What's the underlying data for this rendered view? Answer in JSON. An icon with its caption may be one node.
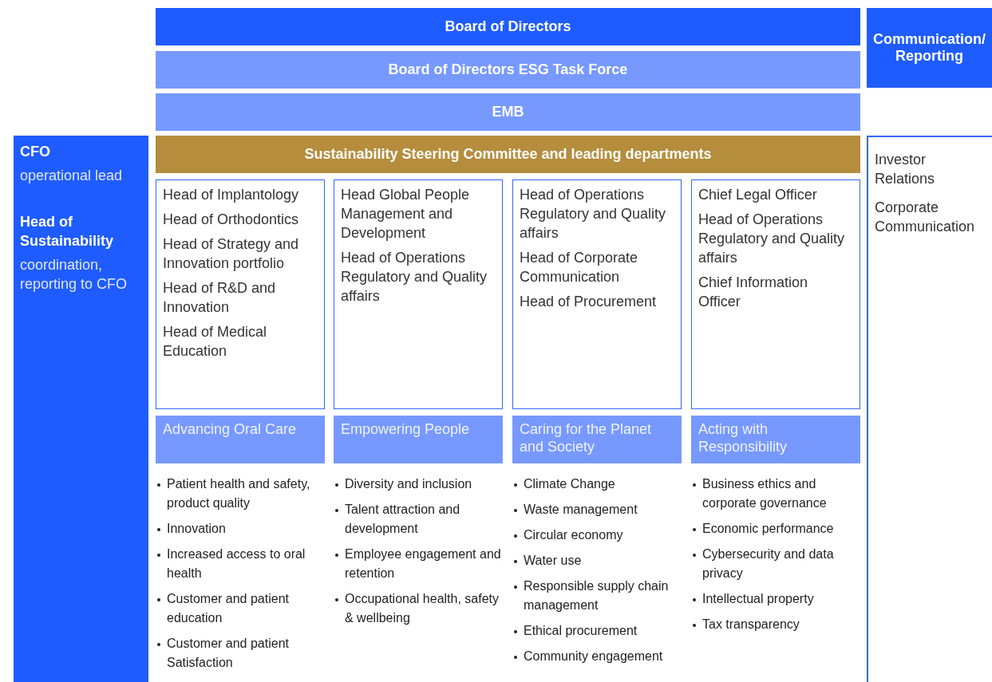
{
  "diagram": {
    "nodes": [
      {
        "text": [
          "Board of Directors"
        ]
      },
      {
        "text": [
          "Board of Directors ESG Task Force"
        ]
      },
      {
        "text": [
          "EMB"
        ]
      },
      {
        "text": [
          "Communication/ Reporting"
        ]
      },
      {
        "text": [
          "CFO",
          "operational lead",
          "Head of Sustainability",
          "coordination, reporting to CFO"
        ]
      },
      {
        "text": [
          "Sustainability Steering Committee and leading departments"
        ]
      },
      {
        "text": [
          "Investor Relations",
          "Corporate Communication"
        ]
      },
      {
        "text": [
          "Head of Implantology",
          "Head of Orthodontics",
          "Head of Strategy and Innovation portfolio",
          "Head of R&D and Innovation",
          "Head of Medical Education"
        ]
      },
      {
        "text": [
          "Head Global People Management and Development",
          "Head of Operations Regulatory and Quality affairs"
        ]
      },
      {
        "text": [
          "Head of Operations Regulatory and Quality affairs",
          "Head of Corporate Communication",
          "Head of Procurement"
        ]
      },
      {
        "text": [
          "Chief Legal Officer",
          "Head of Operations Regulatory and Quality affairs",
          "Chief Information Officer"
        ]
      },
      {
        "text": [
          "Advancing Oral Care"
        ],
        "beside": [
          "Patient health and safety, product quality",
          "Innovation",
          "Increased access to oral health",
          "Customer and patient education",
          "Customer and patient Satisfaction"
        ]
      },
      {
        "text": [
          "Empowering People"
        ],
        "beside": [
          "Diversity and inclusion",
          "Talent attraction and development",
          "Employee engagement and retention",
          "Occupational health, safety & wellbeing"
        ]
      },
      {
        "text": [
          "Caring for the Planet and Society"
        ],
        "beside": [
          "Climate Change",
          "Waste management",
          "Circular economy",
          "Water use",
          "Responsible supply chain management",
          "Ethical procurement",
          "Community engagement"
        ]
      },
      {
        "text": [
          "Acting with Responsibility"
        ],
        "beside": [
          "Business ethics and corporate governance",
          "Economic performance",
          "Cybersecurity and data privacy",
          "Intellectual property",
          "Tax transparency"
        ]
      }
    ],
    "edges": []
  }
}
